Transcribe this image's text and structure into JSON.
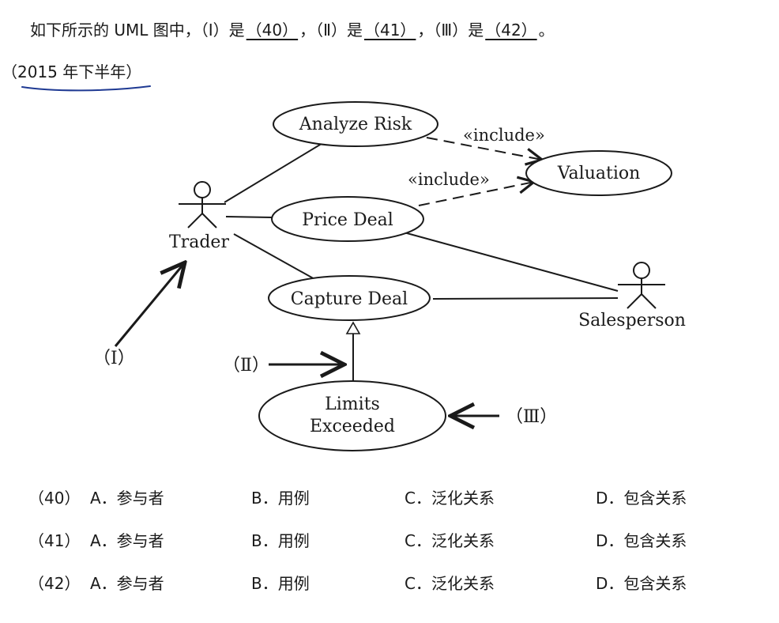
{
  "question": {
    "prefix": "如下所示的 UML 图中，",
    "p1_label": "（I）是",
    "blank40": "（40）",
    "sep1": "，",
    "p2_label": "（Ⅱ）是",
    "blank41": "（41）",
    "sep2": "，",
    "p3_label": "（Ⅲ）是",
    "blank42": "（42）",
    "end": "。",
    "year": "（2015 年下半年）"
  },
  "diagram": {
    "use_cases": {
      "analyze_risk": "Analyze Risk",
      "valuation": "Valuation",
      "price_deal": "Price Deal",
      "capture_deal": "Capture Deal",
      "limits_line1": "Limits",
      "limits_line2": "Exceeded"
    },
    "actors": {
      "trader": "Trader",
      "salesperson": "Salesperson"
    },
    "stereotypes": {
      "include_top": "«include»",
      "include_bottom": "«include»"
    },
    "markers": {
      "m1": "（I）",
      "m2": "（Ⅱ）",
      "m3": "（Ⅲ）"
    }
  },
  "options": [
    {
      "num": "（40）",
      "a": "A．参与者",
      "b": "B．用例",
      "c": "C．泛化关系",
      "d": "D．包含关系"
    },
    {
      "num": "（41）",
      "a": "A．参与者",
      "b": "B．用例",
      "c": "C．泛化关系",
      "d": "D．包含关系"
    },
    {
      "num": "（42）",
      "a": "A．参与者",
      "b": "B．用例",
      "c": "C．泛化关系",
      "d": "D．包含关系"
    }
  ],
  "colors": {
    "underline_blue": "#1f3a93",
    "line": "#1a1a1a"
  }
}
